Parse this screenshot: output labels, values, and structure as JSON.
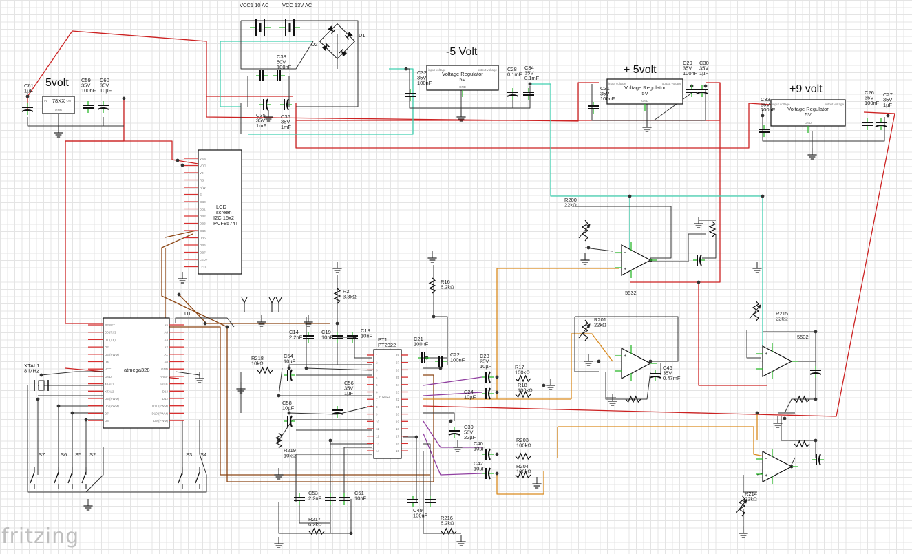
{
  "watermark": "fritzing",
  "colors": {
    "red": "#cc2222",
    "cyan": "#40d0b0",
    "brown": "#8b4513",
    "orange": "#d98a1e",
    "purple": "#9040a0",
    "dark": "#333333",
    "green": "#2db82d",
    "pinred": "#d93030"
  },
  "rail_labels": {
    "vcc1": "VCC1 10 AC",
    "vcc13": "VCC 13V AC",
    "minus5": "-5 Volt",
    "plus5": "+ 5volt",
    "plus9": "+9 volt",
    "v5": "5volt"
  },
  "regulators": {
    "title": "Voltage Regulator",
    "sub": "5V",
    "in": "input voltage",
    "out": "output voltage",
    "gnd": "GND",
    "r78": "78XX",
    "r78_in": "IN",
    "r78_out": "OUT",
    "r78_gnd": "GND"
  },
  "lcd": {
    "title": "LCD screen I2C 16x2 PCF8574T",
    "pins": [
      "VSS",
      "VDD",
      "V0",
      "RS",
      "R/W",
      "E",
      "DB0",
      "DB1",
      "DB2",
      "DB3",
      "DB4",
      "DB5",
      "DB6",
      "DB7",
      "LED+",
      "LED-"
    ]
  },
  "mcu": {
    "title": "atmega328",
    "ref": "U1",
    "left_pins": [
      "RESET",
      "D0 (RX)",
      "D1 (TX)",
      "D2",
      "D3 (PWM)",
      "D4",
      "VCC",
      "GND",
      "XTAL1",
      "XTAL2",
      "D5 (PWM)",
      "D6 (PWM)",
      "D7",
      "D8"
    ],
    "right_pins": [
      "A5",
      "A4",
      "A3",
      "A2",
      "A1",
      "A0",
      "GND",
      "AREF",
      "AVCC",
      "D13",
      "D12",
      "D11 (PWM)",
      "D10 (PWM)",
      "D9 (PWM)"
    ]
  },
  "pt": {
    "ref": "PT1",
    "name": "PT2322",
    "body": "PT2322",
    "left_nums": [
      "1",
      "2",
      "3",
      "4",
      "5",
      "6",
      "7",
      "8",
      "9",
      "10",
      "11",
      "12",
      "13",
      "14"
    ],
    "right_nums": [
      "28",
      "27",
      "26",
      "25",
      "24",
      "23",
      "22",
      "21",
      "20",
      "19",
      "18",
      "17",
      "16",
      "15"
    ]
  },
  "opamp_label": "5532",
  "labels": [
    {
      "t": "VCC1 10 AC"
    },
    {
      "t": "VCC 13V AC"
    },
    {
      "t": "D1"
    },
    {
      "t": "D2"
    },
    {
      "t": "C38"
    },
    {
      "t": "50V"
    },
    {
      "t": "100nF"
    },
    {
      "t": "C35"
    },
    {
      "t": "35V"
    },
    {
      "t": "1mF"
    },
    {
      "t": "C36"
    },
    {
      "t": "35V"
    },
    {
      "t": "1mF"
    },
    {
      "t": "C61"
    },
    {
      "t": "1µF"
    },
    {
      "t": "C59"
    },
    {
      "t": "35V"
    },
    {
      "t": "100nF"
    },
    {
      "t": "C60"
    },
    {
      "t": "35V"
    },
    {
      "t": "10µF"
    },
    {
      "t": "C32"
    },
    {
      "t": "35V"
    },
    {
      "t": "100nF"
    },
    {
      "t": "C28"
    },
    {
      "t": "0.1mF"
    },
    {
      "t": "C34"
    },
    {
      "t": "35V"
    },
    {
      "t": "0.1mF"
    },
    {
      "t": "C31"
    },
    {
      "t": "35V"
    },
    {
      "t": "100nF"
    },
    {
      "t": "C29"
    },
    {
      "t": "35V"
    },
    {
      "t": "100nF"
    },
    {
      "t": "C30"
    },
    {
      "t": "35V"
    },
    {
      "t": "1µF"
    },
    {
      "t": "C33"
    },
    {
      "t": "35V"
    },
    {
      "t": "100nF"
    },
    {
      "t": "C26"
    },
    {
      "t": "35V"
    },
    {
      "t": "100nF"
    },
    {
      "t": "C27"
    },
    {
      "t": "35V"
    },
    {
      "t": "1µF"
    },
    {
      "t": "R200"
    },
    {
      "t": "22kΩ"
    },
    {
      "t": "R201"
    },
    {
      "t": "22kΩ"
    },
    {
      "t": "R215"
    },
    {
      "t": "22kΩ"
    },
    {
      "t": "R214"
    },
    {
      "t": "22kΩ"
    },
    {
      "t": "5532"
    },
    {
      "t": "5532"
    },
    {
      "t": "C46"
    },
    {
      "t": "35V"
    },
    {
      "t": "0.47mF"
    },
    {
      "t": "R2"
    },
    {
      "t": "3.3kΩ"
    },
    {
      "t": "R16"
    },
    {
      "t": "6.2kΩ"
    },
    {
      "t": "C14"
    },
    {
      "t": "2.2nF"
    },
    {
      "t": "C19"
    },
    {
      "t": "10nF"
    },
    {
      "t": "C18"
    },
    {
      "t": "10nF"
    },
    {
      "t": "C21"
    },
    {
      "t": "100nF"
    },
    {
      "t": "C22"
    },
    {
      "t": "100nF"
    },
    {
      "t": "C23"
    },
    {
      "t": "25V"
    },
    {
      "t": "10µF"
    },
    {
      "t": "R17"
    },
    {
      "t": "100kΩ"
    },
    {
      "t": "R18"
    },
    {
      "t": "100kΩ"
    },
    {
      "t": "C24"
    },
    {
      "t": "10µF"
    },
    {
      "t": "R218"
    },
    {
      "t": "10kΩ"
    },
    {
      "t": "C54"
    },
    {
      "t": "10µF"
    },
    {
      "t": "C56"
    },
    {
      "t": "35V"
    },
    {
      "t": "1µF"
    },
    {
      "t": "C58"
    },
    {
      "t": "10µF"
    },
    {
      "t": "R219"
    },
    {
      "t": "10kΩ"
    },
    {
      "t": "C39"
    },
    {
      "t": "50V"
    },
    {
      "t": "22µF"
    },
    {
      "t": "C40"
    },
    {
      "t": "10µF"
    },
    {
      "t": "R203"
    },
    {
      "t": "100kΩ"
    },
    {
      "t": "R204"
    },
    {
      "t": "100kΩ"
    },
    {
      "t": "C42"
    },
    {
      "t": "10µF"
    },
    {
      "t": "C53"
    },
    {
      "t": "2.2nF"
    },
    {
      "t": "C51"
    },
    {
      "t": "10nF"
    },
    {
      "t": "R217"
    },
    {
      "t": "6.2kΩ"
    },
    {
      "t": "C49"
    },
    {
      "t": "100nF"
    },
    {
      "t": "R216"
    },
    {
      "t": "6.2kΩ"
    },
    {
      "t": "XTAL1"
    },
    {
      "t": "8 MHz"
    },
    {
      "t": "S7"
    },
    {
      "t": "S6"
    },
    {
      "t": "S5"
    },
    {
      "t": "S2"
    },
    {
      "t": "S3"
    },
    {
      "t": "S4"
    }
  ]
}
